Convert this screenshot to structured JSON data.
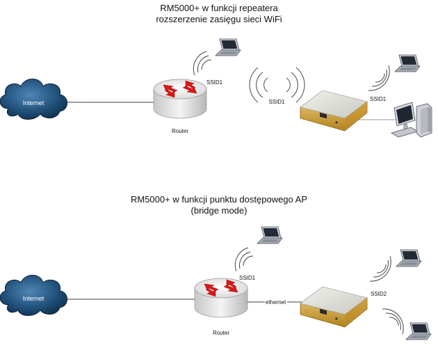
{
  "diagram": {
    "repeater": {
      "title_line1": "RM5000+ w funkcji repeatera",
      "title_line2": "rozszerzenie zasięgu sieci WiFi",
      "internet_label": "Internet",
      "router_label": "Router",
      "ssid_router": "SSID1",
      "ssid_repeater_rx": "SSID1",
      "ssid_repeater_tx": "SSID1"
    },
    "bridge": {
      "title_line1": "RM5000+ w funkcji punktu dostępowego AP",
      "title_line2": "(bridge mode)",
      "internet_label": "Internet",
      "router_label": "Router",
      "ssid_router": "SSID1",
      "ethernet_label": "ethernet",
      "ssid_ap": "SSID2"
    },
    "colors": {
      "cloud": "#1f4f78",
      "router_arrows": "#d81818",
      "device_gold": "#c99a35",
      "device_top": "#dcdcd6"
    }
  }
}
